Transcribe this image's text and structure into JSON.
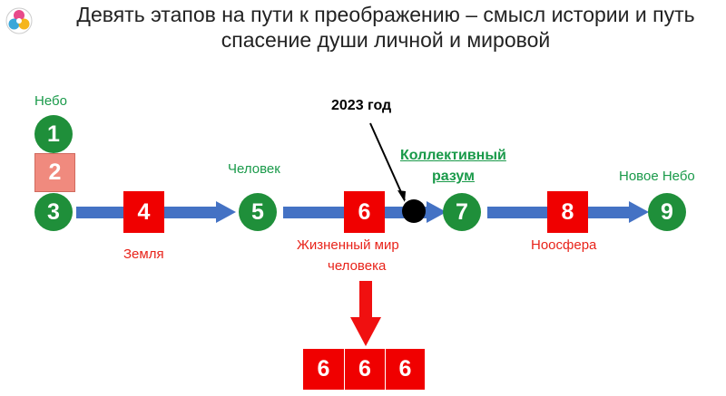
{
  "title_line1": "Девять этапов на пути к преображению – смысл истории и путь",
  "title_line2": "спасение души личной и мировой",
  "labels": {
    "nebo": "Небо",
    "year": "2023 год",
    "chelovek": "Человек",
    "kollektivny": "Коллективный",
    "razum": "разум",
    "novoe_nebo": "Новое Небо",
    "zemlya": "Земля",
    "zhiznenny1": "Жизненный мир",
    "zhiznenny2": "человека",
    "noosfera": "Ноосфера"
  },
  "stages": [
    "1",
    "2",
    "3",
    "4",
    "5",
    "6",
    "7",
    "8",
    "9"
  ],
  "bottom_boxes": [
    "6",
    "6",
    "6"
  ],
  "colors": {
    "green": "#1f8f3a",
    "red": "#f00000",
    "pink": "#f08a7e",
    "blue_arrow": "#4472c4",
    "black_dot": "#000000"
  }
}
